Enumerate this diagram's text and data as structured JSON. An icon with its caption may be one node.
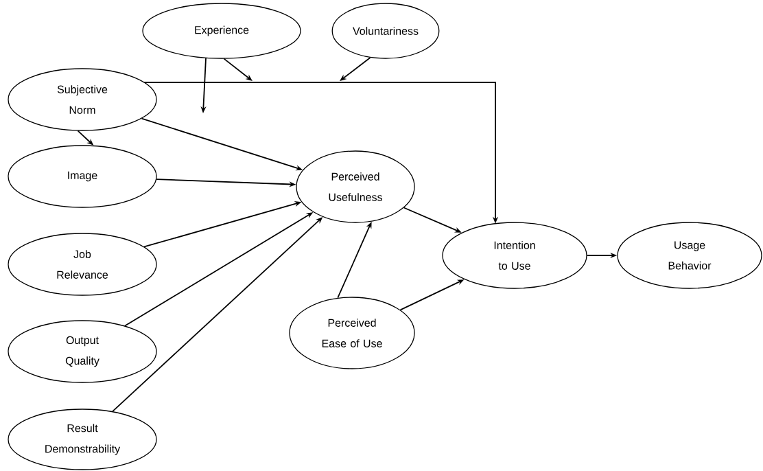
{
  "diagram": {
    "nodes": [
      {
        "text": [
          "Experience"
        ]
      },
      {
        "text": [
          "Voluntariness"
        ]
      },
      {
        "text": [
          "Subjective Norm"
        ]
      },
      {
        "text": [
          "Image"
        ]
      },
      {
        "text": [
          "Perceived Usefulness"
        ]
      },
      {
        "text": [
          "Job Relevance"
        ]
      },
      {
        "text": [
          "Intention to Use"
        ]
      },
      {
        "text": [
          "Usage Behavior"
        ]
      },
      {
        "text": [
          "Output Quality"
        ]
      },
      {
        "text": [
          "Perceived Ease of Use"
        ]
      },
      {
        "text": [
          "Result Demonstrability"
        ]
      }
    ],
    "edges": [
      {
        "from": 0,
        "to": null,
        "arrow": "to"
      },
      {
        "from": 0,
        "to": null,
        "arrow": "to"
      },
      {
        "from": 1,
        "to": null,
        "arrow": "to"
      },
      {
        "from": 2,
        "to": 4,
        "arrow": "to"
      },
      {
        "from": 2,
        "to": 3,
        "arrow": "to"
      },
      {
        "from": 2,
        "to": 6,
        "arrow": "to"
      },
      {
        "from": 3,
        "to": 4,
        "arrow": "to"
      },
      {
        "from": 5,
        "to": 4,
        "arrow": "to"
      },
      {
        "from": 8,
        "to": 4,
        "arrow": "to"
      },
      {
        "from": 10,
        "to": 4,
        "arrow": "to"
      },
      {
        "from": 4,
        "to": 6,
        "arrow": "to"
      },
      {
        "from": 9,
        "to": 4,
        "arrow": "to"
      },
      {
        "from": 9,
        "to": 6,
        "arrow": "to"
      },
      {
        "from": 6,
        "to": 7,
        "arrow": "to"
      }
    ]
  }
}
